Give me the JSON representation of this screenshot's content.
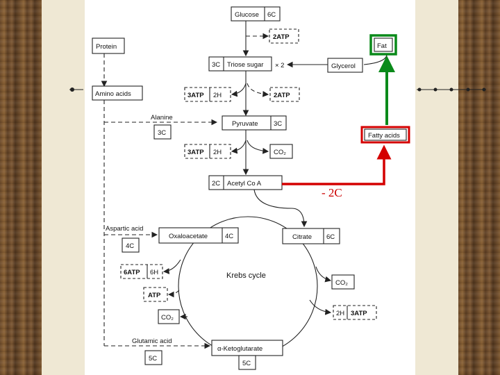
{
  "nodes": {
    "glucose": "Glucose",
    "glucose_c": "6C",
    "atp_2_top": "2ATP",
    "protein": "Protein",
    "fat": "Fat",
    "triose_c": "3C",
    "triose": "Triose sugar",
    "times2": "× 2",
    "glycerol": "Glycerol",
    "amino_acids": "Amino acids",
    "atp_3_a": "3ATP",
    "h2_a": "2H",
    "atp_2_b": "2ATP",
    "alanine": "Alanine",
    "alanine_c": "3C",
    "pyruvate": "Pyruvate",
    "pyruvate_c": "3C",
    "fatty_acids": "Fatty acids",
    "atp_3_b": "3ATP",
    "h2_b": "2H",
    "co2_a": "CO₂",
    "acetyl_c": "2C",
    "acetyl": "Acetyl Co A",
    "minus_2c": "- 2C",
    "aspartic": "Aspartic acid",
    "aspartic_c": "4C",
    "oxaloacetate": "Oxaloacetate",
    "oxaloacetate_c": "4C",
    "citrate": "Citrate",
    "citrate_c": "6C",
    "krebs": "Krebs cycle",
    "atp_6": "6ATP",
    "h6": "6H",
    "atp": "ATP",
    "co2_b": "CO₂",
    "co2_c": "CO₂",
    "h2_c": "2H",
    "atp_3_c": "3ATP",
    "glutamic": "Glutamic acid",
    "glutamic_c": "5C",
    "ketoglutarate": "α-Ketoglutarate",
    "keto_c": "5C"
  },
  "colors": {
    "highlight_red": "#d40000",
    "highlight_green": "#0a8a1a"
  }
}
